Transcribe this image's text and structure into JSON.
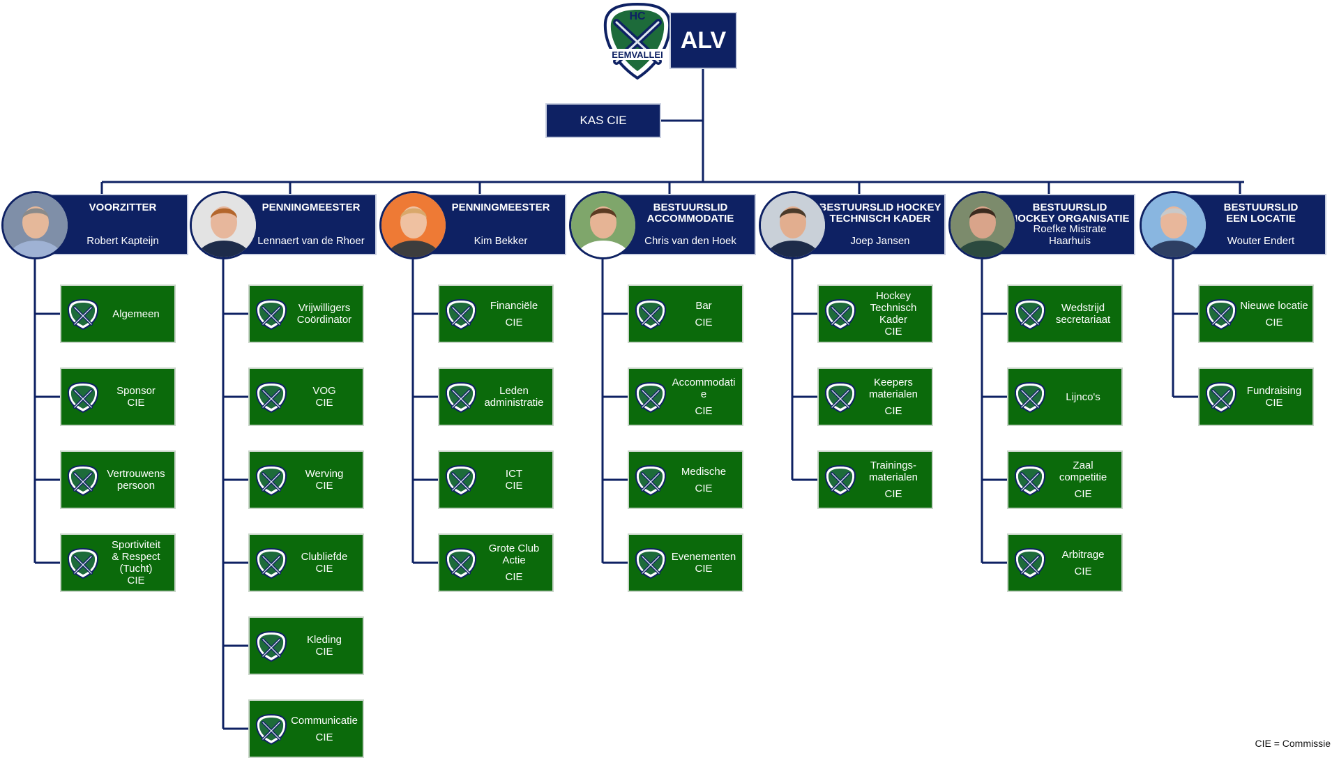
{
  "top": {
    "logo_text_top": "HC",
    "logo_text_bottom": "EEMVALLEI",
    "alv": "ALV",
    "kas": "KAS CIE"
  },
  "colors": {
    "navy": "#0e2163",
    "green": "#0b6a0b",
    "line": "#0e2163"
  },
  "legend": "CIE = Commissie",
  "roles": [
    {
      "title": "VOORZITTER",
      "name": "Robert Kapteijn",
      "committees": [
        {
          "label": "Algemeen",
          "sub": ""
        },
        {
          "label": "Sponsor\nCIE",
          "sub": ""
        },
        {
          "label": "Vertrouwens\npersoon",
          "sub": ""
        },
        {
          "label": "Sportiviteit\n& Respect\n(Tucht)\nCIE",
          "sub": ""
        }
      ]
    },
    {
      "title": "PENNINGMEESTER",
      "name": "Lennaert van de Rhoer",
      "committees": [
        {
          "label": "Vrijwilligers\nCoördinator",
          "sub": ""
        },
        {
          "label": "VOG\nCIE",
          "sub": ""
        },
        {
          "label": "Werving\nCIE",
          "sub": ""
        },
        {
          "label": "Clubliefde\nCIE",
          "sub": ""
        },
        {
          "label": "Kleding\nCIE",
          "sub": ""
        },
        {
          "label": "Communicatie",
          "sub": "CIE"
        }
      ]
    },
    {
      "title": "PENNINGMEESTER",
      "name": "Kim Bekker",
      "committees": [
        {
          "label": "Financiële",
          "sub": "CIE"
        },
        {
          "label": "Leden\nadministratie",
          "sub": ""
        },
        {
          "label": "ICT\nCIE",
          "sub": ""
        },
        {
          "label": "Grote Club\nActie",
          "sub": "CIE"
        }
      ]
    },
    {
      "title": "BESTUURSLID\nACCOMMODATIE",
      "name": "Chris van den Hoek",
      "committees": [
        {
          "label": "Bar",
          "sub": "CIE"
        },
        {
          "label": "Accommodati\ne",
          "sub": "CIE"
        },
        {
          "label": "Medische",
          "sub": "CIE"
        },
        {
          "label": "Evenementen\nCIE",
          "sub": ""
        }
      ]
    },
    {
      "title": "BESTUURSLID HOCKEY\nTECHNISCH KADER",
      "name": "Joep Jansen",
      "committees": [
        {
          "label": "Hockey\nTechnisch\nKader\nCIE",
          "sub": ""
        },
        {
          "label": "Keepers\nmaterialen",
          "sub": "CIE"
        },
        {
          "label": "Trainings-\nmaterialen",
          "sub": "CIE"
        }
      ]
    },
    {
      "title": "BESTUURSLID\nHOCKEY ORGANISATIE",
      "name": "Roefke Mistrate\nHaarhuis",
      "committees": [
        {
          "label": "Wedstrijd\nsecretariaat",
          "sub": ""
        },
        {
          "label": "Lijnco's",
          "sub": ""
        },
        {
          "label": "Zaal\ncompetitie",
          "sub": "CIE"
        },
        {
          "label": "Arbitrage",
          "sub": "CIE"
        }
      ]
    },
    {
      "title": "BESTUURSLID\nEEN LOCATIE",
      "name": "Wouter Endert",
      "committees": [
        {
          "label": "Nieuwe locatie",
          "sub": "CIE"
        },
        {
          "label": "Fundraising\nCIE",
          "sub": ""
        }
      ]
    }
  ]
}
